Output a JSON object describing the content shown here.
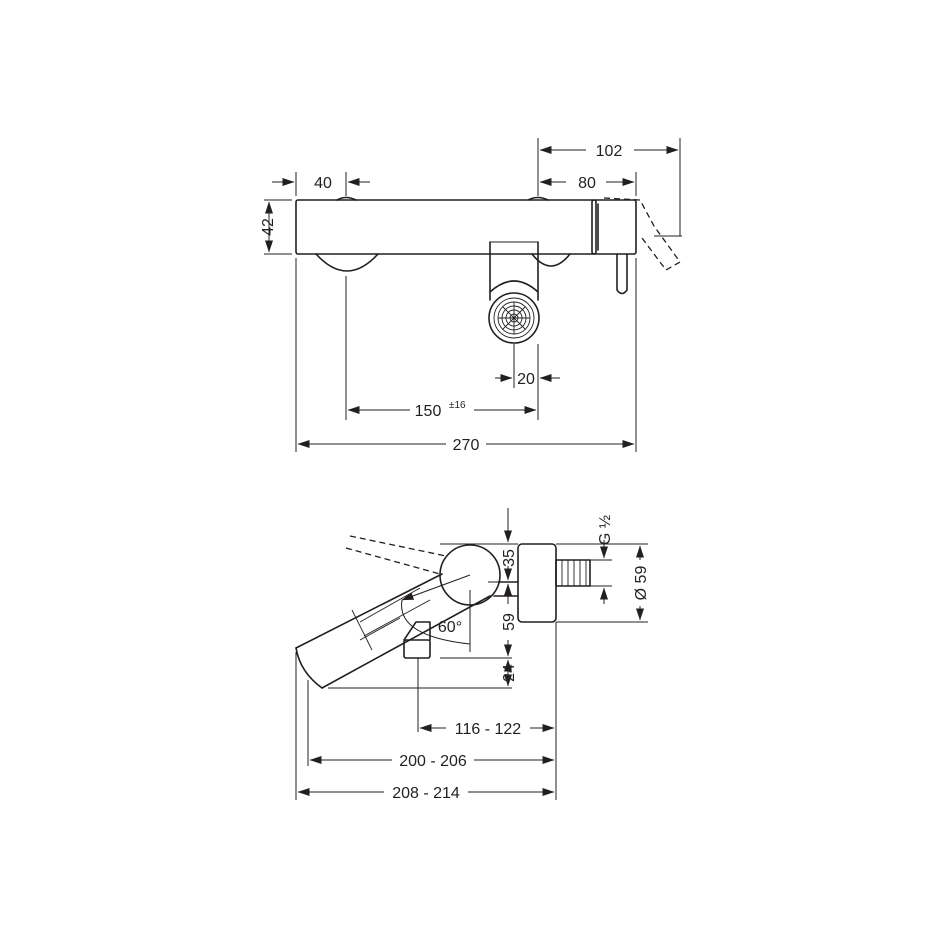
{
  "top_view": {
    "dims": {
      "d40": "40",
      "d42": "42",
      "d102": "102",
      "d80": "80",
      "d20": "20",
      "d150": "150",
      "d150_tol": "±16",
      "d270": "270"
    }
  },
  "side_view": {
    "dims": {
      "thread": "G ½",
      "d35": "35",
      "d59v": "59",
      "d24": "24",
      "dia59": "Ø 59",
      "angle": "60°",
      "d116": "116 - 122",
      "d200": "200 - 206",
      "d208": "208 - 214"
    }
  }
}
